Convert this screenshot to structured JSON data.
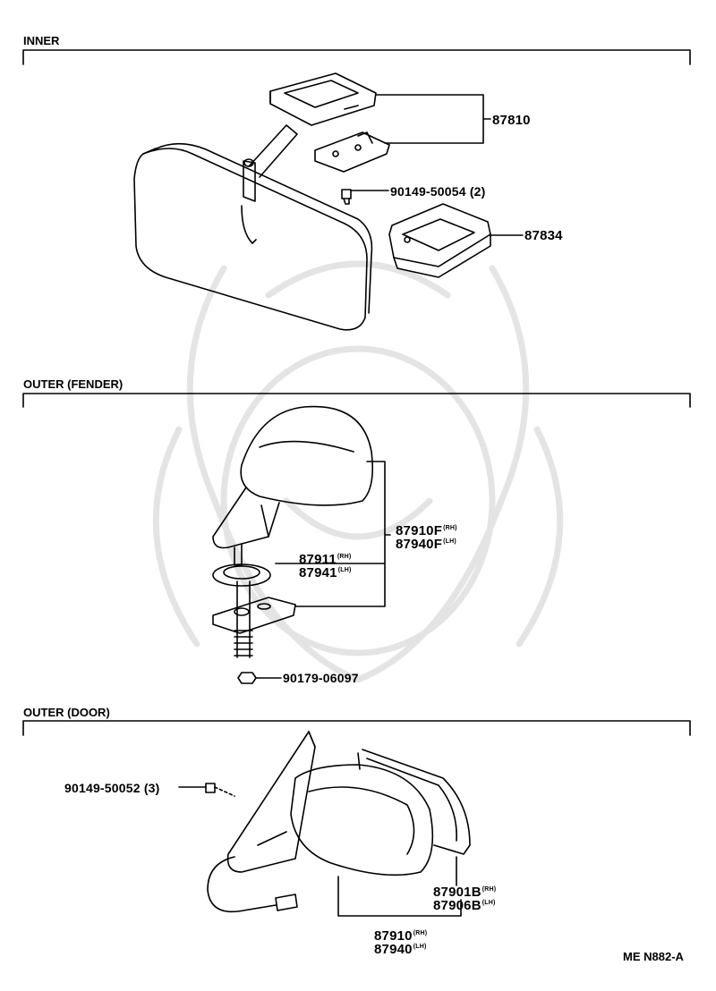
{
  "sections": {
    "inner": "INNER",
    "outer_fender": "OUTER (FENDER)",
    "outer_door": "OUTER (DOOR)"
  },
  "inner_parts": {
    "mirror_assembly": "87810",
    "screw": "90149-50054 (2)",
    "cover": "87834"
  },
  "fender_parts": {
    "mirror_rh": "87910F",
    "mirror_lh": "87940F",
    "pad_rh": "87911",
    "pad_lh": "87941",
    "nut": "90179-06097"
  },
  "door_parts": {
    "screw": "90149-50052 (3)",
    "glass_rh": "87901B",
    "glass_lh": "87906B",
    "mirror_rh": "87910",
    "mirror_lh": "87940"
  },
  "side_marks": {
    "rh": "(RH)",
    "lh": "(LH)"
  },
  "diagram_code": "ME N882-A"
}
